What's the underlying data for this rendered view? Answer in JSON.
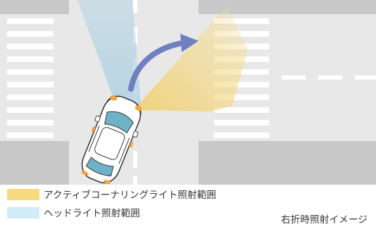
{
  "legend": {
    "items": [
      {
        "label": "アクティブコーナリングライト照射範囲",
        "color": "#f8da7e"
      },
      {
        "label": "ヘッドライト照射範囲",
        "color": "#d2ecf7"
      }
    ]
  },
  "caption": "右折時照射イメージ",
  "colors": {
    "road": "#e8e8e8",
    "block": "#c8c8c8",
    "marking": "#ffffff",
    "headlight_beam": "#a9cfe2",
    "cornering_beam": "#f0cf6e",
    "turn_arrow": "#6f7fc0",
    "car_body": "#ffffff",
    "car_glass": "#6fb2c7",
    "car_outline": "#3a3a3a",
    "lamp": "#f3a535"
  },
  "icons": {
    "vehicle": "car-top-view-icon",
    "turn": "right-turn-arrow-icon"
  }
}
